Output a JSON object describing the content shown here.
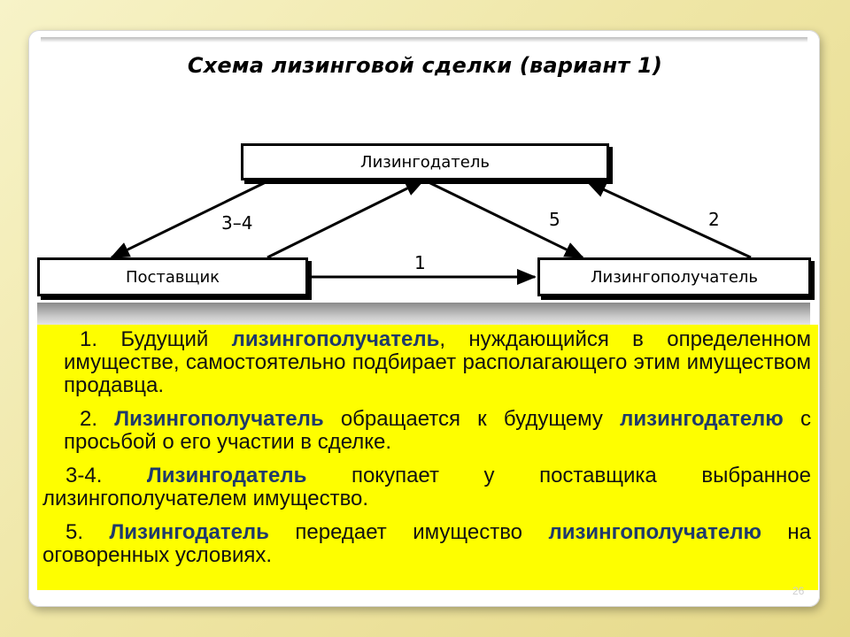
{
  "slide": {
    "title": "Схема лизинговой сделки (вариант 1)",
    "page_number": "26"
  },
  "diagram": {
    "nodes": {
      "lessor": "Лизингодатель",
      "supplier": "Поставщик",
      "lessee": "Лизингополучатель"
    },
    "edges": [
      {
        "from": "lessor",
        "to": "supplier",
        "label": "3–4"
      },
      {
        "from": "supplier",
        "to": "lessor",
        "label": ""
      },
      {
        "from": "lessor",
        "to": "lessee",
        "label": "5"
      },
      {
        "from": "lessee",
        "to": "lessor",
        "label": "2"
      },
      {
        "from": "supplier",
        "to": "lessee",
        "label": "1"
      }
    ]
  },
  "steps": [
    {
      "p1": "1. Будущий ",
      "h1": "лизингополучатель",
      "p2": ", нуждающийся в определенном имуществе, самостоятельно подбирает располагающего этим имуществом продавца."
    },
    {
      "p1": "2. ",
      "h1": "Лизингополучатель",
      "p2": " обращается к будущему ",
      "h2": "лизингодателю",
      "p3": " с просьбой о его участии в сделке."
    },
    {
      "p1": "3-4. ",
      "h1": "Лизингодатель",
      "p2": " покупает у поставщика выбранное лизингополучателем имущество."
    },
    {
      "p1": "5. ",
      "h1": "Лизингодатель",
      "p2": " передает имущество ",
      "h2": "лизингополучателю",
      "p3": " на оговоренных условиях."
    }
  ]
}
